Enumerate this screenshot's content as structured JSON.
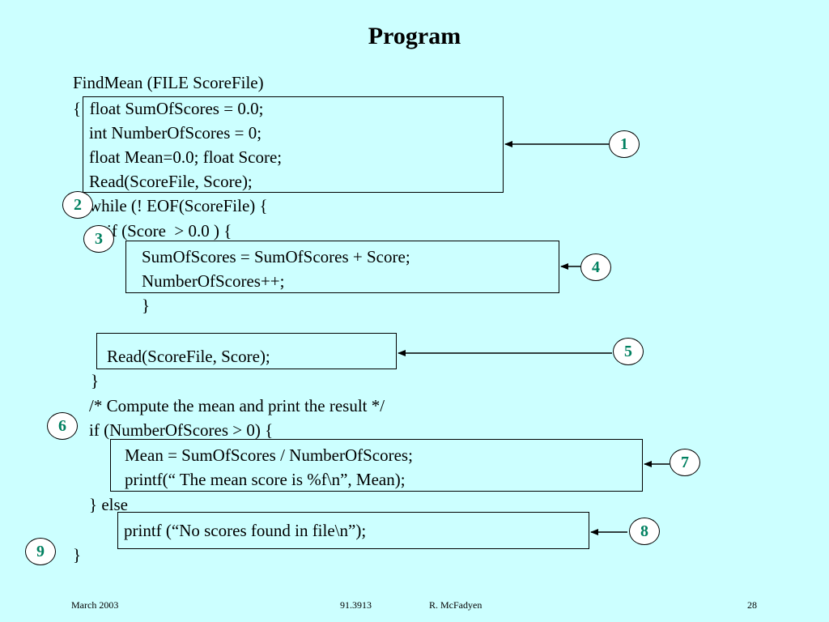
{
  "slide": {
    "title": "Program",
    "code": {
      "l01": "FindMean (FILE ScoreFile)",
      "l02": "{  float SumOfScores = 0.0;",
      "l03": "int NumberOfScores = 0;",
      "l04": "float Mean=0.0; float Score;",
      "l05": "Read(ScoreFile, Score);",
      "l06": "while (! EOF(ScoreFile) {",
      "l07": "if (Score  > 0.0 ) {",
      "l08": "SumOfScores = SumOfScores + Score;",
      "l09": "NumberOfScores++;",
      "l10": "}",
      "l11": "Read(ScoreFile, Score);",
      "l12": "}",
      "l13": "/* Compute the mean and print the result */",
      "l14": "if (NumberOfScores > 0) {",
      "l15": "Mean = SumOfScores / NumberOfScores;",
      "l16": "printf(“ The mean score is %f\\n”, Mean);",
      "l17": "} else",
      "l18": "printf (“No scores found in file\\n”);",
      "l19": "}"
    },
    "markers": {
      "m1": "1",
      "m2": "2",
      "m3": "3",
      "m4": "4",
      "m5": "5",
      "m6": "6",
      "m7": "7",
      "m8": "8",
      "m9": "9"
    },
    "colors": {
      "background": "#ccffff",
      "marker_text": "#008060"
    },
    "footer": {
      "date": "March 2003",
      "course": "91.3913",
      "author": "R. McFadyen",
      "page": "28"
    }
  }
}
